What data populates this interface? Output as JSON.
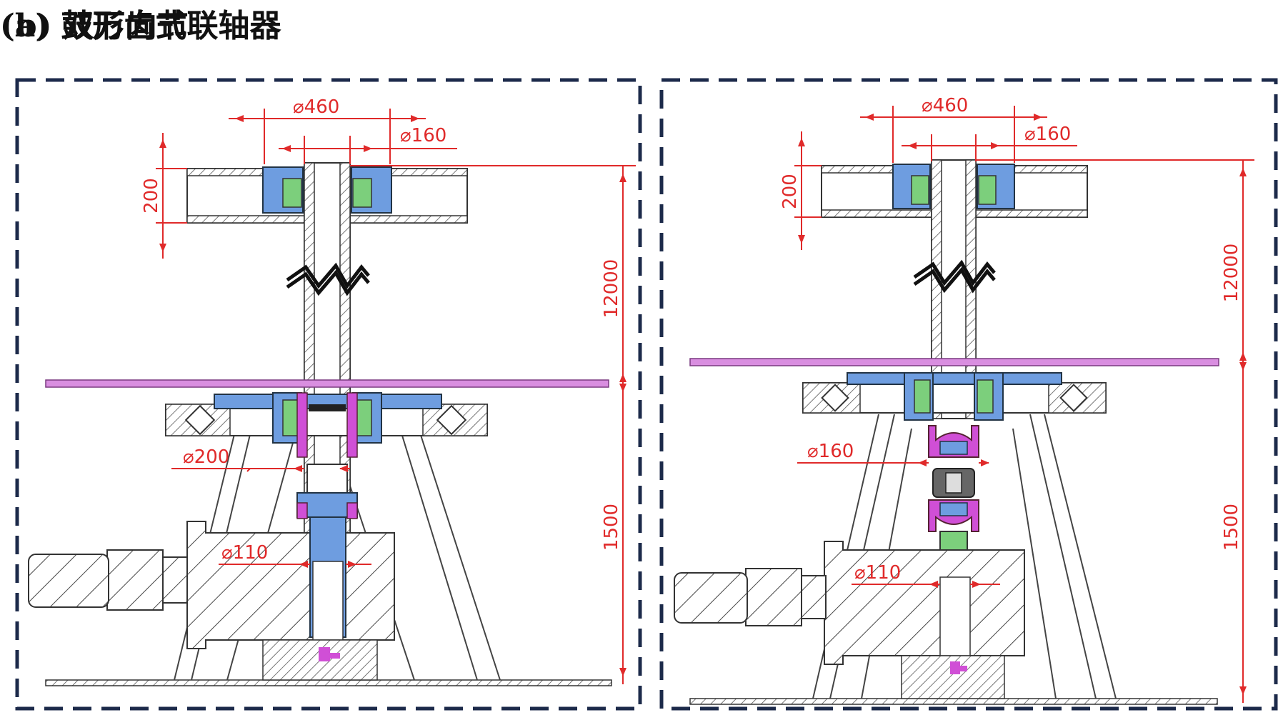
{
  "panels": [
    {
      "title": "(a) 鼓形齿式联轴器",
      "dims": {
        "outer": "460",
        "inner": "160",
        "bottom": "200",
        "gear": "110",
        "height_plate": "200",
        "height_upper": "12000",
        "height_lower": "1500"
      },
      "dia_symbol": "⌀"
    },
    {
      "title": "(b) 双万向节",
      "dims": {
        "outer": "460",
        "inner": "160",
        "bottom": "160",
        "gear": "110",
        "height_plate": "200",
        "height_upper": "12000",
        "height_lower": "1500"
      },
      "dia_symbol": "⌀"
    }
  ],
  "colors": {
    "frame": "#1c2a4a",
    "dimension": "#e02a2a",
    "bearing_housing": "#6e9de0",
    "coupling": "#d04fd6",
    "roller": "#7ccf7c",
    "plate": "#d98ee0",
    "hatch": "#444444"
  }
}
